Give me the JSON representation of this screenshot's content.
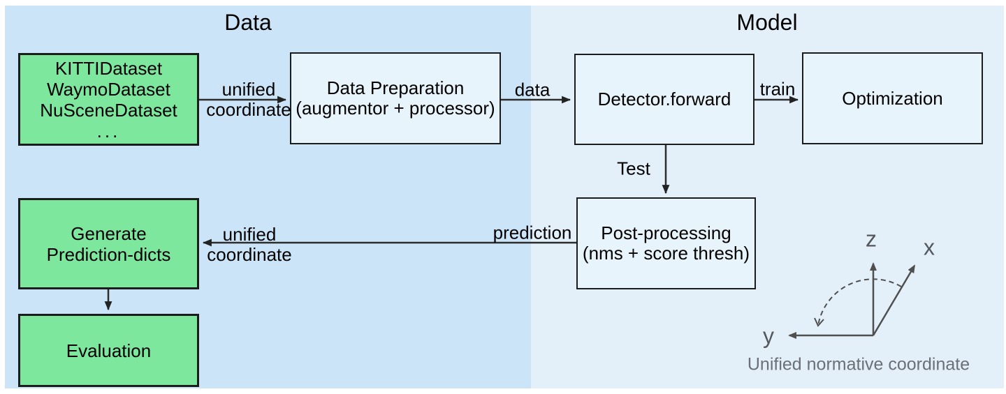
{
  "colors": {
    "data_region_bg": "#cce4f7",
    "model_region_bg": "#e3f0fa",
    "node_fill_blue": "#e8f4fc",
    "node_fill_green": "#7ce79d",
    "node_border": "#1c1c1c",
    "arrow": "#2d2d2d",
    "axis_gray": "#4f4f4f"
  },
  "regions": {
    "data": {
      "title": "Data"
    },
    "model": {
      "title": "Model"
    }
  },
  "nodes": {
    "datasets": {
      "lines": [
        "KITTIDataset",
        "WaymoDataset",
        "NuSceneDataset",
        "..."
      ]
    },
    "data_preparation": {
      "lines": [
        "Data Preparation",
        "(augmentor + processor)"
      ]
    },
    "detector_forward": {
      "label": "Detector.forward"
    },
    "optimization": {
      "label": "Optimization"
    },
    "post_processing": {
      "lines": [
        "Post-processing",
        "(nms + score thresh)"
      ]
    },
    "generate_prediction": {
      "lines": [
        "Generate",
        "Prediction-dicts"
      ]
    },
    "evaluation": {
      "label": "Evaluation"
    }
  },
  "edges": {
    "unified_coordinate_in": {
      "lines": [
        "unified",
        "coordinate"
      ]
    },
    "data": {
      "label": "data"
    },
    "train": {
      "label": "train"
    },
    "test": {
      "label": "Test"
    },
    "prediction": {
      "label": "prediction"
    },
    "unified_coordinate_out": {
      "lines": [
        "unified",
        "coordinate"
      ]
    }
  },
  "coordinate_diagram": {
    "axes": {
      "z": "z",
      "x": "x",
      "y": "y"
    },
    "caption": "Unified normative coordinate"
  }
}
